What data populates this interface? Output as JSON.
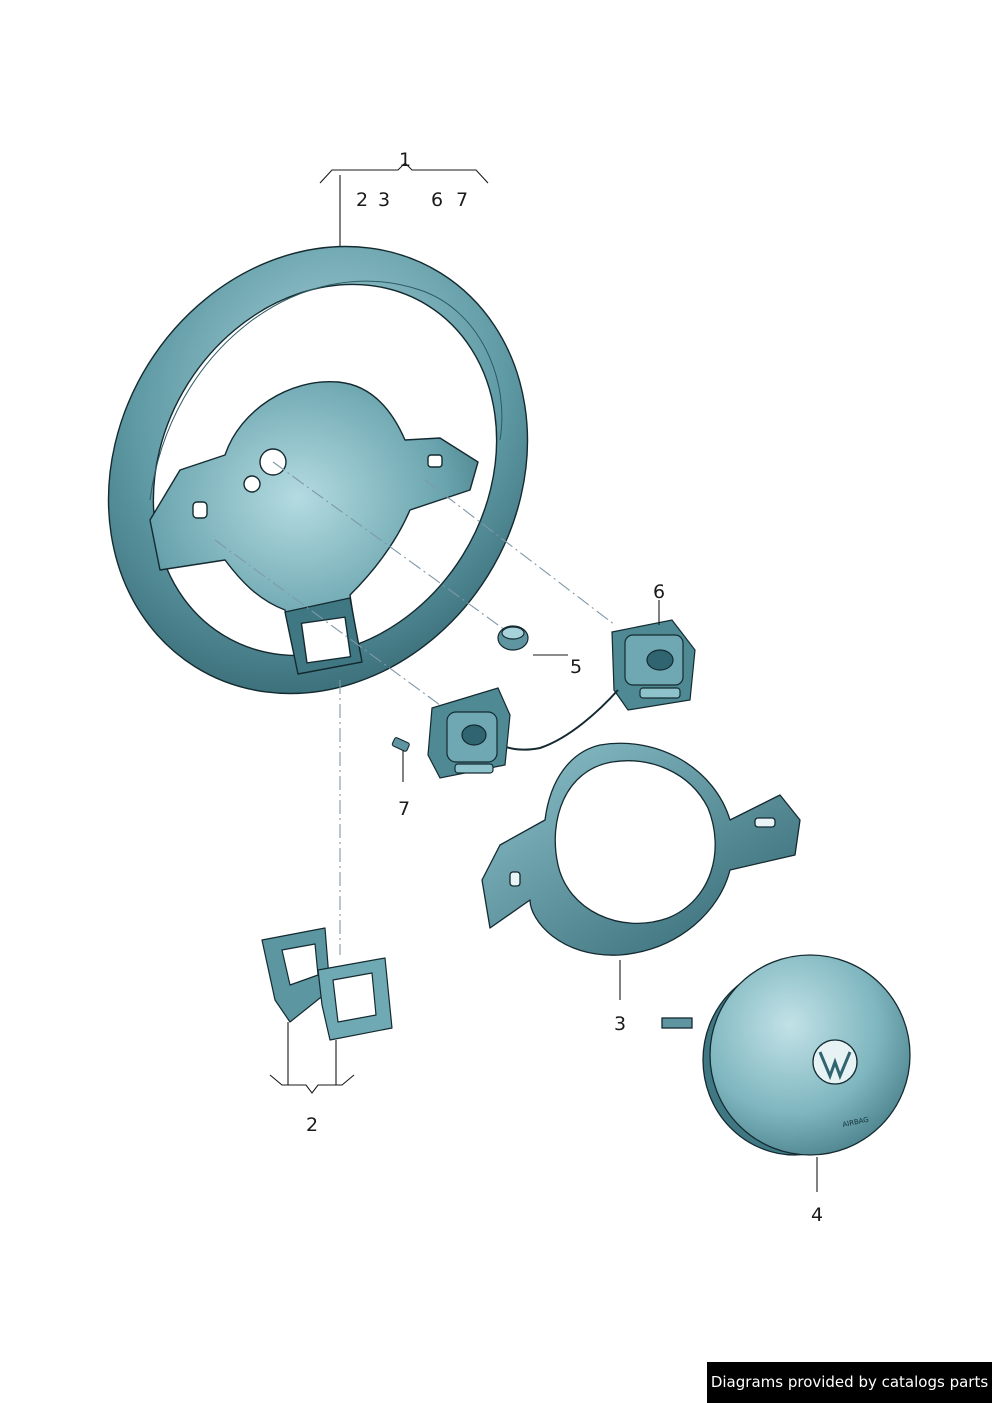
{
  "callouts": {
    "c1": "1",
    "c1_subitems": [
      "2",
      "3",
      "6",
      "7"
    ],
    "c2": "2",
    "c3": "3",
    "c4": "4",
    "c5": "5",
    "c6": "6",
    "c7": "7"
  },
  "airbag_label": "AIRBAG",
  "credit": "Diagrams provided by catalogs parts",
  "colors": {
    "part_fill": "#4a8a96",
    "part_light": "#9ccad2",
    "part_dark": "#1f4a55",
    "outline": "#142a30",
    "leader": "#1a1a1a",
    "dashdot": "#7f98a8"
  }
}
